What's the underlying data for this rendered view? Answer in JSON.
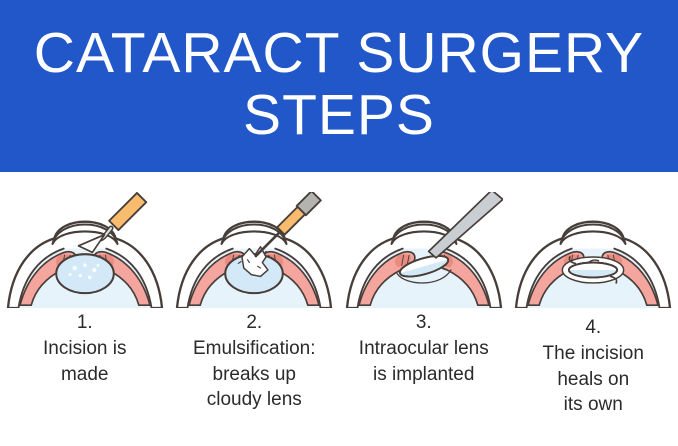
{
  "header": {
    "title_line1": "CATARACT SURGERY",
    "title_line2": "STEPS",
    "background_color": "#2157C8",
    "text_color": "#FFFFFF"
  },
  "steps": [
    {
      "number": "1.",
      "caption": "Incision is\nmade",
      "illustration": "eye-incision-illustration"
    },
    {
      "number": "2.",
      "caption": "Emulsification:\nbreaks up\ncloudy lens",
      "illustration": "eye-emulsification-illustration"
    },
    {
      "number": "3.",
      "caption": "Intraocular lens\nis implanted",
      "illustration": "eye-iol-implant-illustration"
    },
    {
      "number": "4.",
      "caption": "The incision\nheals on\nits own",
      "illustration": "eye-healed-illustration"
    }
  ],
  "palette": {
    "outline": "#473E39",
    "iris_pink": "#F4A69E",
    "iris_pink_dark": "#E98B80",
    "eye_interior_blue": "#E7F3FB",
    "cloudy_lens_blue": "#D4E9F7",
    "tool_handle_orange": "#F9BC6F",
    "tool_metal_gray": "#C9CED2",
    "body_text": "#2B2B2B"
  }
}
